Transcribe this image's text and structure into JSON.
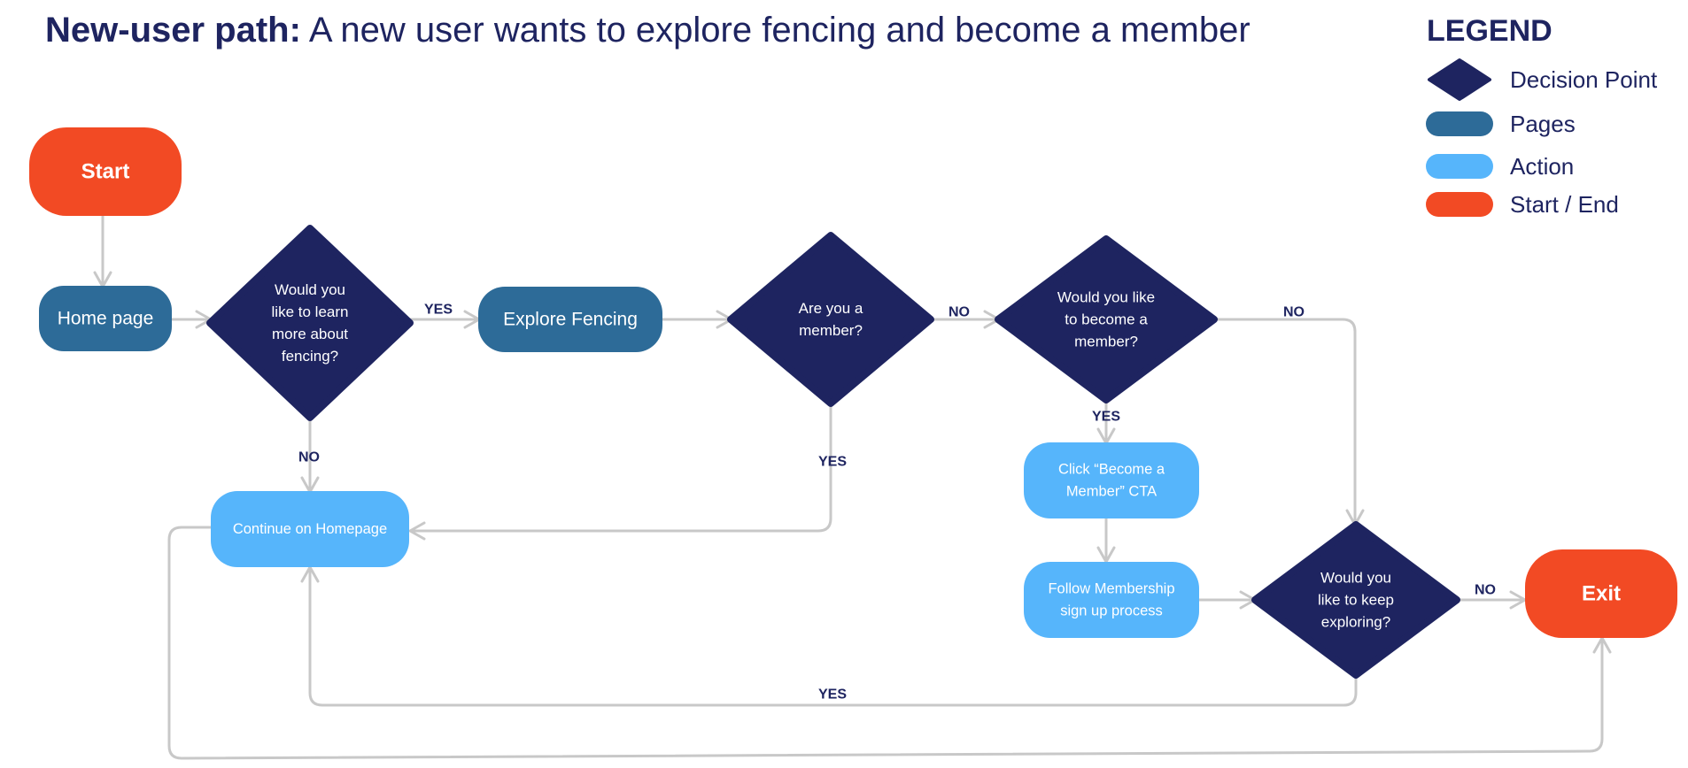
{
  "header": {
    "title_bold": "New-user path:",
    "title_rest": " A new user wants to explore fencing and become a member"
  },
  "legend": {
    "title": "LEGEND",
    "items": [
      {
        "label": "Decision Point",
        "shape": "diamond",
        "color": "#1e2460"
      },
      {
        "label": "Pages",
        "shape": "pill",
        "color": "#2d6b98"
      },
      {
        "label": "Action",
        "shape": "pill",
        "color": "#56b5fb"
      },
      {
        "label": "Start / End",
        "shape": "pill",
        "color": "#f24a24"
      }
    ]
  },
  "colors": {
    "decision": "#1e2460",
    "page": "#2d6b98",
    "action": "#56b5fb",
    "terminal": "#f24a24",
    "connector": "#c8c8c8",
    "label_text": "#1e2460"
  },
  "nodes": {
    "start": {
      "type": "terminal",
      "lines": [
        "Start"
      ]
    },
    "home": {
      "type": "page",
      "lines": [
        "Home page"
      ]
    },
    "learn": {
      "type": "decision",
      "lines": [
        "Would you",
        "like to learn",
        "more about",
        "fencing?"
      ]
    },
    "explore": {
      "type": "page",
      "lines": [
        "Explore Fencing"
      ]
    },
    "member": {
      "type": "decision",
      "lines": [
        "Are you a",
        "member?"
      ]
    },
    "become": {
      "type": "decision",
      "lines": [
        "Would you like",
        "to become a",
        "member?"
      ]
    },
    "cta": {
      "type": "action",
      "lines": [
        "Click “Become a",
        "Member” CTA"
      ]
    },
    "follow": {
      "type": "action",
      "lines": [
        "Follow Membership",
        "sign up process"
      ]
    },
    "continue": {
      "type": "action",
      "lines": [
        "Continue on Homepage"
      ]
    },
    "keep": {
      "type": "decision",
      "lines": [
        "Would you",
        "like to keep",
        "exploring?"
      ]
    },
    "exit": {
      "type": "terminal",
      "lines": [
        "Exit"
      ]
    }
  },
  "edge_labels": {
    "learn_yes": "YES",
    "learn_no": "NO",
    "member_no": "NO",
    "member_yes": "YES",
    "become_no": "NO",
    "become_yes": "YES",
    "keep_no": "NO",
    "keep_yes": "YES"
  }
}
